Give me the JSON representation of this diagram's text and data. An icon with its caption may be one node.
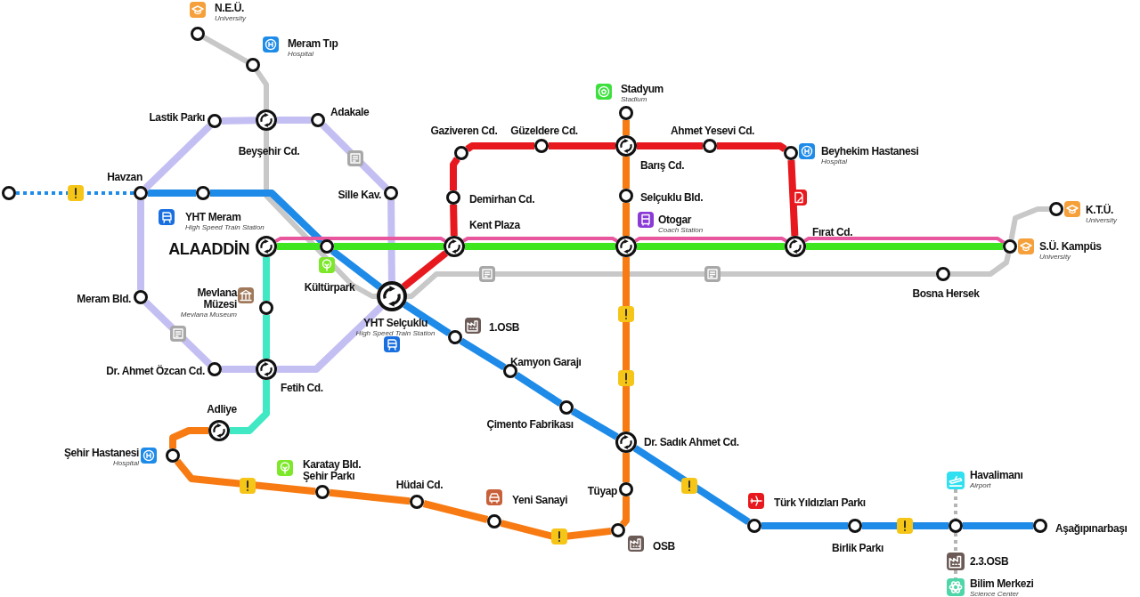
{
  "diagram": {
    "nodes": [
      {
        "text": [
          "N.E.Ü.",
          "University"
        ]
      },
      {
        "text": [
          "Meram Tıp",
          "Hospital"
        ]
      },
      {
        "text": [
          "Lastik Parkı"
        ]
      },
      {
        "text": [
          "Beyşehir Cd."
        ]
      },
      {
        "text": [
          "Adakale"
        ]
      },
      {
        "text": [
          "Havzan"
        ]
      },
      {
        "text": [],
        "shape": "circle"
      },
      {
        "text": [
          "YHT Meram",
          "High Speed Train Station"
        ]
      },
      {
        "text": [
          "Sille Kav."
        ]
      },
      {
        "text": [
          "ALAADDİN"
        ]
      },
      {
        "text": [
          "Kültürpark"
        ]
      },
      {
        "text": [
          "Meram Bld."
        ]
      },
      {
        "text": [
          "Mevlana Müzesi",
          "Mevlana Museum"
        ]
      },
      {
        "text": [
          "YHT Selçuklu",
          "High Speed Train Station"
        ]
      },
      {
        "text": [
          "Dr. Ahmet Özcan Cd."
        ]
      },
      {
        "text": [
          "Fetih Cd."
        ]
      },
      {
        "text": [
          "Adliye"
        ]
      },
      {
        "text": [
          "Şehir Hastanesi",
          "Hospital"
        ]
      },
      {
        "text": [
          "Karatay Bld. Şehir Parkı"
        ]
      },
      {
        "text": [
          "Hüdai Cd."
        ]
      },
      {
        "text": [
          "Yeni Sanayi"
        ]
      },
      {
        "text": [
          "OSB"
        ]
      },
      {
        "text": [
          "Tüyap"
        ]
      },
      {
        "text": [
          "Dr. Sadık Ahmet Cd."
        ]
      },
      {
        "text": [
          "Çimento Fabrikası"
        ]
      },
      {
        "text": [
          "Kamyon Garajı"
        ]
      },
      {
        "text": [
          "1.OSB"
        ]
      },
      {
        "text": [
          "Türk Yıldızları Parkı"
        ]
      },
      {
        "text": [
          "Birlik Parkı"
        ]
      },
      {
        "text": [],
        "shape": "circle"
      },
      {
        "text": [
          "Aşağıpınarbaşı"
        ]
      },
      {
        "text": [
          "Havalimanı",
          "Airport"
        ]
      },
      {
        "text": [
          "2.3.OSB"
        ]
      },
      {
        "text": [
          "Bilim Merkezi",
          "Science Center"
        ]
      },
      {
        "text": [
          "Stadyum",
          "Stadium"
        ]
      },
      {
        "text": [
          "Barış Cd."
        ]
      },
      {
        "text": [
          "Selçuklu Bld."
        ]
      },
      {
        "text": [
          "Otogar",
          "Coach Station"
        ]
      },
      {
        "text": [
          "Gaziveren Cd."
        ]
      },
      {
        "text": [
          "Güzeldere Cd."
        ]
      },
      {
        "text": [
          "Ahmet Yesevi Cd."
        ]
      },
      {
        "text": [
          "Beyhekim Hastanesi",
          "Hospital"
        ]
      },
      {
        "text": [
          "Demirhan Cd."
        ]
      },
      {
        "text": [
          "Kent Plaza"
        ]
      },
      {
        "text": [
          "Fırat Cd."
        ]
      },
      {
        "text": [
          "S.Ü. Kampüs",
          "University"
        ]
      },
      {
        "text": [
          "K.T.Ü.",
          "University"
        ]
      },
      {
        "text": [
          "Bosna Hersek"
        ]
      }
    ],
    "edges": [
      {
        "from": 0,
        "to": 1,
        "arrow": "none",
        "color": "#c8c8c8"
      },
      {
        "from": 1,
        "to": 3,
        "arrow": "none",
        "color": "#c8c8c8"
      },
      {
        "from": 3,
        "to": 13,
        "arrow": "none",
        "color": "#c8c8c8"
      },
      {
        "from": 13,
        "to": 47,
        "arrow": "none",
        "color": "#c8c8c8"
      },
      {
        "from": 47,
        "to": 45,
        "arrow": "none",
        "color": "#c8c8c8"
      },
      {
        "from": 45,
        "to": 46,
        "arrow": "none",
        "color": "#c8c8c8"
      },
      {
        "from": 6,
        "to": 5,
        "arrow": "none",
        "style": "dashed"
      },
      {
        "from": 5,
        "to": 7,
        "arrow": "none"
      },
      {
        "from": 7,
        "to": 10,
        "arrow": "none"
      },
      {
        "from": 10,
        "to": 13,
        "arrow": "none"
      },
      {
        "from": 13,
        "to": 26,
        "arrow": "none"
      },
      {
        "from": 26,
        "to": 25,
        "arrow": "none"
      },
      {
        "from": 25,
        "to": 24,
        "arrow": "none"
      },
      {
        "from": 24,
        "to": 23,
        "arrow": "none"
      },
      {
        "from": 23,
        "to": 27,
        "arrow": "none"
      },
      {
        "from": 27,
        "to": 28,
        "arrow": "none"
      },
      {
        "from": 28,
        "to": 29,
        "arrow": "none"
      },
      {
        "from": 29,
        "to": 30,
        "arrow": "none"
      },
      {
        "from": 5,
        "to": 2,
        "arrow": "none",
        "color": "#c4bff2"
      },
      {
        "from": 2,
        "to": 3,
        "arrow": "none",
        "color": "#c4bff2"
      },
      {
        "from": 3,
        "to": 4,
        "arrow": "none",
        "color": "#c4bff2"
      },
      {
        "from": 4,
        "to": 8,
        "arrow": "none",
        "color": "#c4bff2"
      },
      {
        "from": 8,
        "to": 13,
        "arrow": "none",
        "color": "#c4bff2"
      },
      {
        "from": 13,
        "to": 15,
        "arrow": "none",
        "color": "#c4bff2"
      },
      {
        "from": 15,
        "to": 14,
        "arrow": "none",
        "color": "#c4bff2"
      },
      {
        "from": 14,
        "to": 11,
        "arrow": "none",
        "color": "#c4bff2"
      },
      {
        "from": 11,
        "to": 5,
        "arrow": "none",
        "color": "#c4bff2"
      },
      {
        "from": 9,
        "to": 43,
        "arrow": "none",
        "color": "#e8579e"
      },
      {
        "from": 43,
        "to": 37,
        "arrow": "none",
        "color": "#e8579e"
      },
      {
        "from": 37,
        "to": 44,
        "arrow": "none",
        "color": "#e8579e"
      },
      {
        "from": 44,
        "to": 45,
        "arrow": "none",
        "color": "#e8579e"
      },
      {
        "from": 9,
        "to": 10,
        "arrow": "none",
        "color": "#3de61e"
      },
      {
        "from": 10,
        "to": 43,
        "arrow": "none",
        "color": "#3de61e"
      },
      {
        "from": 43,
        "to": 37,
        "arrow": "none",
        "color": "#3de61e"
      },
      {
        "from": 37,
        "to": 44,
        "arrow": "none",
        "color": "#3de61e"
      },
      {
        "from": 44,
        "to": 45,
        "arrow": "none",
        "color": "#3de61e"
      },
      {
        "from": 13,
        "to": 43,
        "arrow": "none",
        "color": "#e8191e"
      },
      {
        "from": 43,
        "to": 42,
        "arrow": "none",
        "color": "#e8191e"
      },
      {
        "from": 42,
        "to": 38,
        "arrow": "none",
        "color": "#e8191e"
      },
      {
        "from": 38,
        "to": 39,
        "arrow": "none",
        "color": "#e8191e"
      },
      {
        "from": 39,
        "to": 35,
        "arrow": "none",
        "color": "#e8191e"
      },
      {
        "from": 35,
        "to": 40,
        "arrow": "none",
        "color": "#e8191e"
      },
      {
        "from": 40,
        "to": 41,
        "arrow": "none",
        "color": "#e8191e"
      },
      {
        "from": 41,
        "to": 44,
        "arrow": "none",
        "color": "#e8191e"
      },
      {
        "from": 34,
        "to": 35,
        "arrow": "none",
        "color": "#f77b12"
      },
      {
        "from": 35,
        "to": 36,
        "arrow": "none",
        "color": "#f77b12"
      },
      {
        "from": 36,
        "to": 37,
        "arrow": "none",
        "color": "#f77b12"
      },
      {
        "from": 37,
        "to": 23,
        "arrow": "none",
        "color": "#f77b12"
      },
      {
        "from": 23,
        "to": 22,
        "arrow": "none",
        "color": "#f77b12"
      },
      {
        "from": 22,
        "to": 21,
        "arrow": "none",
        "color": "#f77b12"
      },
      {
        "from": 21,
        "to": 20,
        "arrow": "none",
        "color": "#f77b12"
      },
      {
        "from": 20,
        "to": 19,
        "arrow": "none",
        "color": "#f77b12"
      },
      {
        "from": 19,
        "to": 18,
        "arrow": "none",
        "color": "#f77b12"
      },
      {
        "from": 18,
        "to": 17,
        "arrow": "none",
        "color": "#f77b12"
      },
      {
        "from": 17,
        "to": 16,
        "arrow": "none",
        "color": "#f77b12"
      },
      {
        "from": 9,
        "to": 12,
        "arrow": "none",
        "color": "#40e8c4"
      },
      {
        "from": 12,
        "to": 15,
        "arrow": "none",
        "color": "#40e8c4"
      },
      {
        "from": 15,
        "to": 16,
        "arrow": "none",
        "color": "#40e8c4"
      },
      {
        "from": 31,
        "to": 29,
        "arrow": "none",
        "style": "dashed",
        "color": "#b4b4b4"
      },
      {
        "from": 29,
        "to": 32,
        "arrow": "none",
        "style": "dashed",
        "color": "#b4b4b4"
      },
      {
        "from": 32,
        "to": 33,
        "arrow": "none",
        "style": "dashed",
        "color": "#b4b4b4"
      }
    ]
  }
}
